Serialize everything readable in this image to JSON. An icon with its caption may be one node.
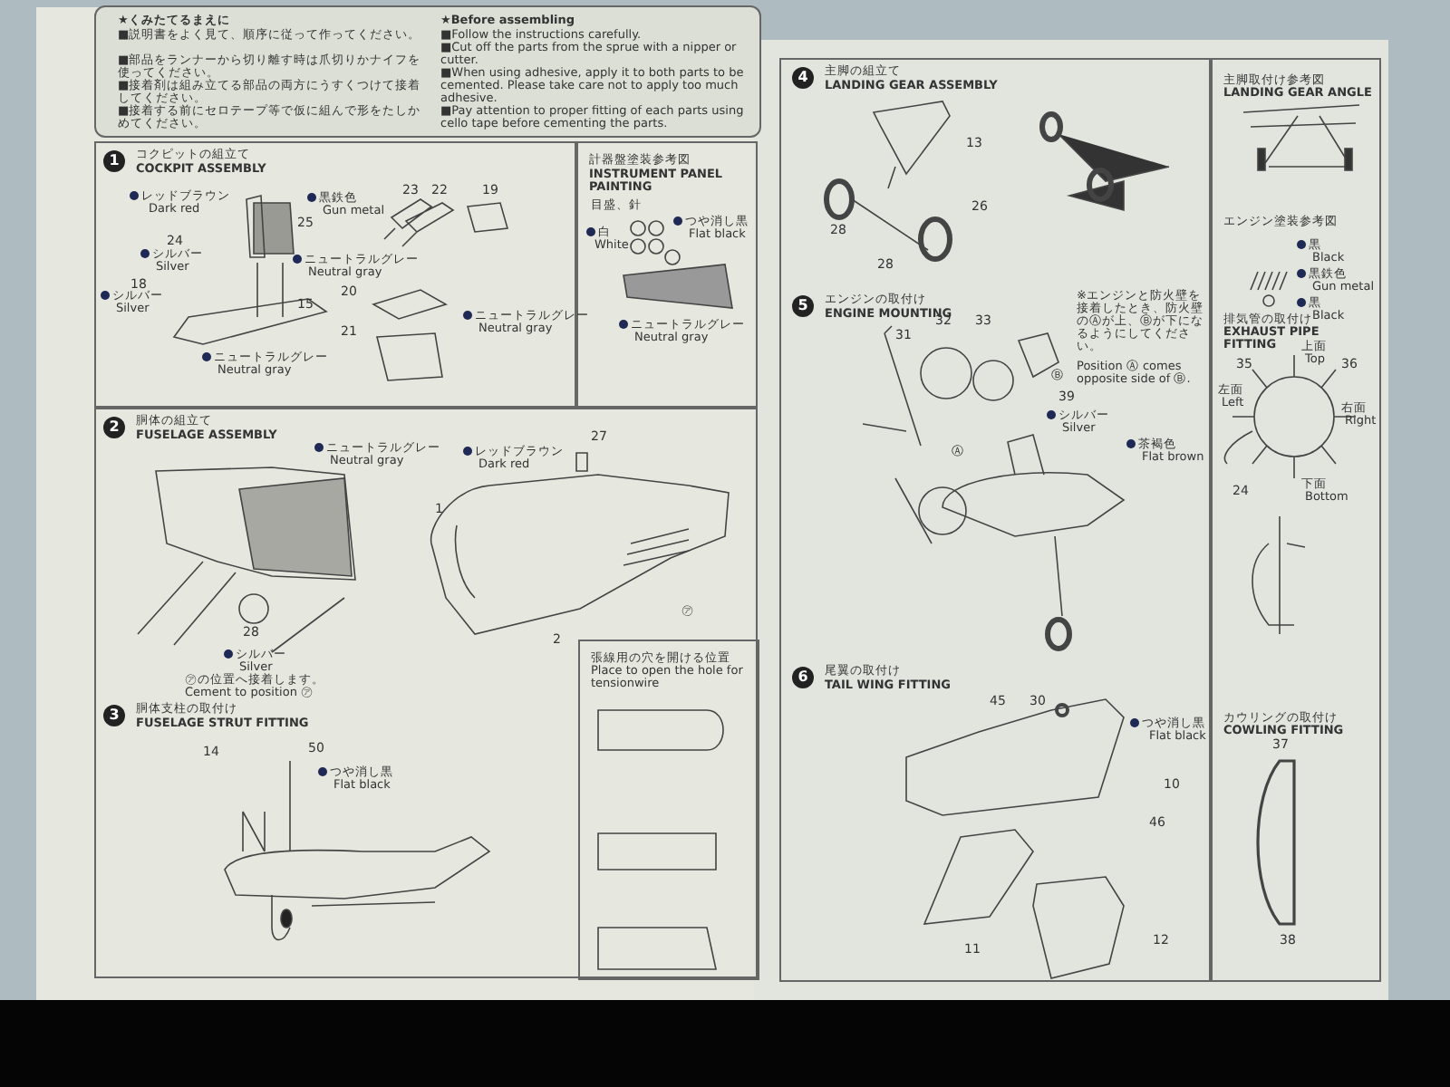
{
  "diagram": {
    "nodes": [
      {
        "text": [
          "★くみたてるまえに",
          "■説明書をよく見て、順序に従って作ってください。",
          "■部品をランナーから切り離す時は爪切りかナイフを使ってください。",
          "■接着剤は組み立てる部品の両方にうすくつけて接着してください。",
          "■接着する前にセロテープ等で仮に組んで形をたしかめてください。",
          "★Before assembling",
          "■Follow the instructions carefully.",
          "■Cut off the parts from the sprue with a nipper or cutter.",
          "■When using adhesive, apply it to both parts to be cemented. Please take care not to apply too much adhesive.",
          "■Pay attention to proper fitting of each parts using cello tape before cementing the parts."
        ]
      },
      {
        "text": [
          "1",
          "コクピットの組立て",
          "COCKPIT ASSEMBLY"
        ]
      },
      {
        "text": [
          "計器盤塗装参考図",
          "INSTRUMENT PANEL PAINTING"
        ]
      },
      {
        "text": [
          "2",
          "胴体の組立て",
          "FUSELAGE ASSEMBLY",
          "3",
          "胴体支柱の取付け",
          "FUSELAGE STRUT FITTING"
        ]
      },
      {
        "text": [
          "張線用の穴を開ける位置",
          "Place to open the hole for tensionwire"
        ],
        "in": 3
      },
      {
        "text": [
          "4",
          "主脚の組立て",
          "LANDING GEAR ASSEMBLY",
          "5",
          "エンジンの取付け",
          "ENGINE MOUNTING",
          "6",
          "尾翼の取付け",
          "TAIL WING FITTING"
        ]
      },
      {
        "text": [
          "主脚取付け参考図",
          "LANDING GEAR ANGLE",
          "エンジン塗装参考図",
          "排気管の取付け",
          "EXHAUST PIPE FITTING",
          "カウリングの取付け",
          "COWLING FITTING"
        ]
      }
    ],
    "labels": [
      "レッドブラウン",
      "Dark red",
      "25",
      "24",
      "シルバー",
      "Silver",
      "18",
      "シルバー",
      "Silver",
      "ニュートラルグレー",
      "Neutral gray",
      "15",
      "ニュートラルグレー",
      "Neutral gray",
      "23",
      "22",
      "19",
      "黒鉄色",
      "Gun metal",
      "20",
      "21",
      "ニュートラルグレー",
      "Neutral gray",
      "目盛、針",
      "白",
      "White",
      "つや消し黒",
      "Flat black",
      "ニュートラルグレー",
      "Neutral gray",
      "ニュートラルグレー",
      "Neutral gray",
      "27",
      "レッドブラウン",
      "Dark red",
      "1",
      "28",
      "シルバー",
      "Silver",
      "㋐の位置へ接着します。",
      "Cement to position ㋐",
      "2",
      "㋐",
      "14",
      "50",
      "つや消し黒",
      "Flat black",
      "13",
      "28",
      "28",
      "26",
      "32",
      "33",
      "31",
      "39",
      "シルバー",
      "Silver",
      "Ⓐ",
      "Ⓑ",
      "※エンジンと防火壁を接着したとき、防火壁のⒶが上、Ⓑが下になるようにしてください。",
      "Position Ⓐ comes opposite side of Ⓑ.",
      "45",
      "30",
      "つや消し黒",
      "Flat black",
      "10",
      "46",
      "11",
      "12",
      "黒",
      "Black",
      "黒鉄色",
      "Gun metal",
      "黒",
      "Black",
      "35",
      "上面",
      "Top",
      "36",
      "左面",
      "Left",
      "右面",
      "Right",
      "茶褐色",
      "Flat brown",
      "24",
      "下面",
      "Bottom",
      "37",
      "38"
    ]
  }
}
